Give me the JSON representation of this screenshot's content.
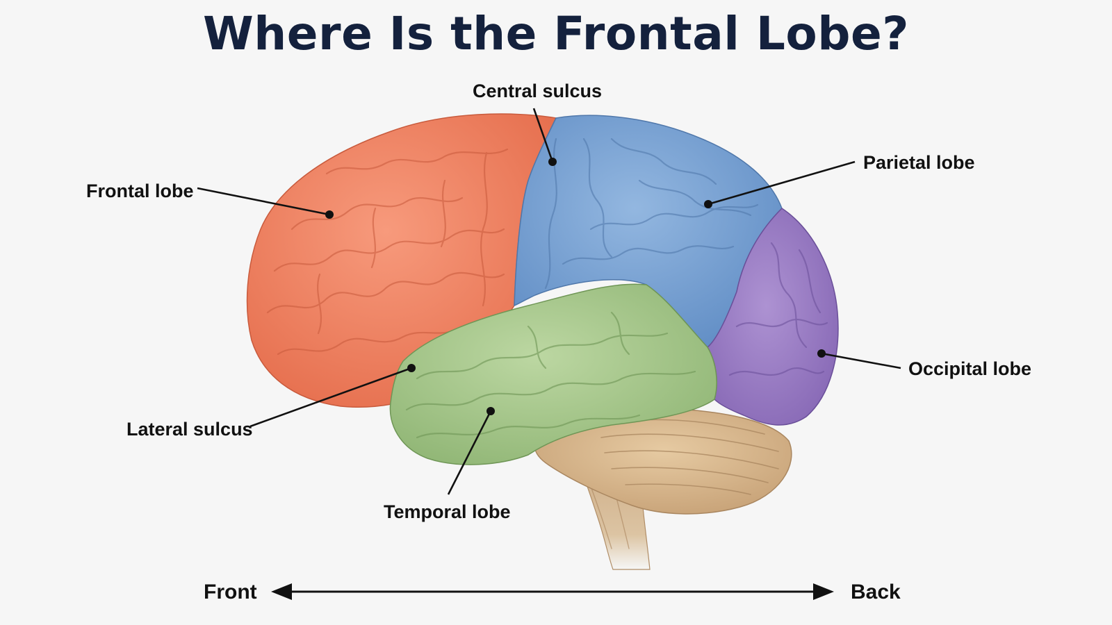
{
  "title": "Where Is the Frontal Lobe?",
  "labels": {
    "central_sulcus": "Central sulcus",
    "parietal_lobe": "Parietal lobe",
    "frontal_lobe": "Frontal lobe",
    "occipital_lobe": "Occipital lobe",
    "lateral_sulcus": "Lateral sulcus",
    "temporal_lobe": "Temporal lobe"
  },
  "axis": {
    "front": "Front",
    "back": "Back"
  },
  "colors": {
    "frontal": "#f2805f",
    "parietal": "#7ea6d6",
    "temporal": "#a9c98d",
    "occipital": "#9a7cc4",
    "cerebellum": "#d9b98f",
    "brainstem": "#cfb08a",
    "title": "#14213d"
  }
}
